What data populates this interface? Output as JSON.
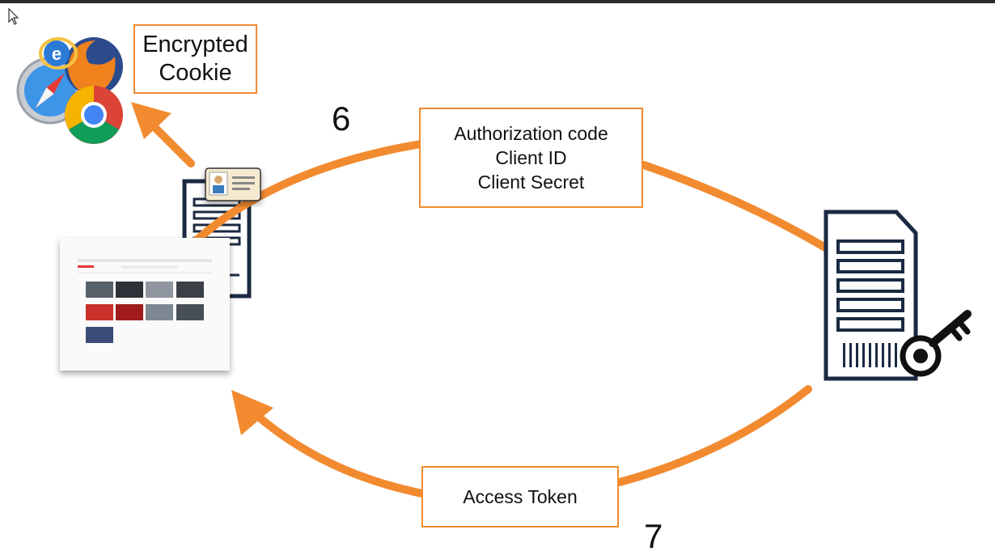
{
  "diagram": {
    "labels": {
      "cookie": [
        "Encrypted",
        "Cookie"
      ],
      "auth": [
        "Authorization code",
        "Client ID",
        "Client Secret"
      ],
      "token": "Access Token"
    },
    "steps": {
      "step6": "6",
      "step7": "7"
    },
    "icons": {
      "browsers": [
        "internet-explorer-icon",
        "firefox-icon",
        "safari-icon",
        "chrome-icon"
      ],
      "client_server": "server-icon",
      "id_card": "id-card-icon",
      "auth_server": "server-icon",
      "key": "key-icon",
      "cursor": "mouse-pointer-icon"
    },
    "colors": {
      "arrow": "#f28b30",
      "border": "#f28b30",
      "server": "#1b2a42",
      "topbar": "#2b2b2b"
    }
  }
}
